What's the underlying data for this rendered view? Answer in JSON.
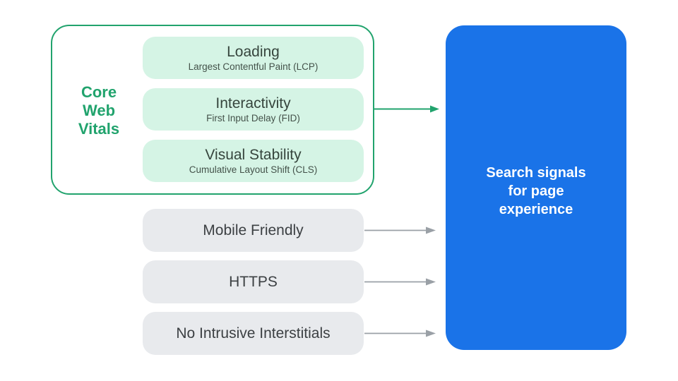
{
  "colors": {
    "page_bg": "#ffffff",
    "green": "#21a36d",
    "mint": "#d5f4e5",
    "gray_pill": "#e8eaed",
    "gray_arrow": "#9aa0a6",
    "blue": "#1a73e8",
    "pill_title": "#36453d",
    "pill_subtitle": "#44524a",
    "gray_text": "#3c4043",
    "white_text": "#ffffff"
  },
  "core_web_vitals": {
    "label": "Core\nWeb\nVitals",
    "vitals": [
      {
        "title": "Loading",
        "subtitle": "Largest Contentful Paint (LCP)"
      },
      {
        "title": "Interactivity",
        "subtitle": "First Input Delay (FID)"
      },
      {
        "title": "Visual Stability",
        "subtitle": "Cumulative Layout Shift (CLS)"
      }
    ]
  },
  "other_signals": [
    {
      "label": "Mobile Friendly"
    },
    {
      "label": "HTTPS"
    },
    {
      "label": "No Intrusive Interstitials"
    }
  ],
  "result_card": {
    "label": "Search signals\nfor page\nexperience"
  },
  "icons": {
    "green_flow_arrow": "right-arrow",
    "gray_flow_arrow": "right-arrow"
  }
}
